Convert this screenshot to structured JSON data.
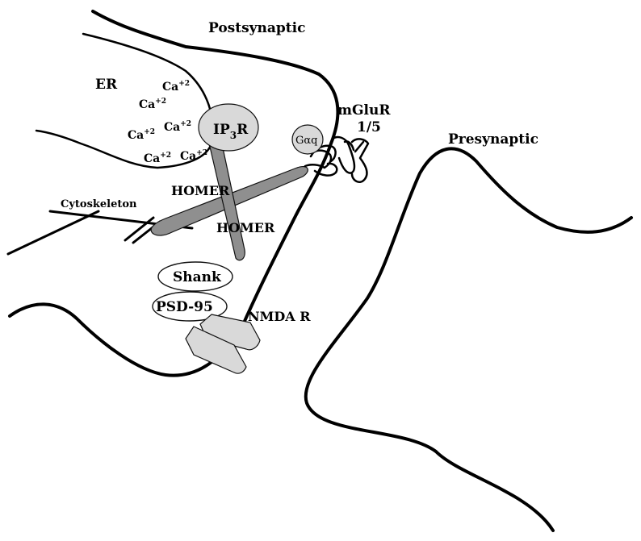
{
  "labels": {
    "postsynaptic": "Postsynaptic",
    "presynaptic": "Presynaptic",
    "er": "ER",
    "mglur_line1": "mGluR",
    "mglur_line2": "1/5",
    "galpha_q": "Gαq",
    "ip3r_main": "IP",
    "ip3r_sub": "3",
    "ip3r_end": "R",
    "homer_upper": "HOMER",
    "homer_lower": "HOMER",
    "cytoskeleton": "Cytoskeleton",
    "shank": "Shank",
    "psd95": "PSD-95",
    "nmda_r": "NMDA R"
  },
  "calcium": [
    {
      "base": "Ca",
      "sup": "+2"
    },
    {
      "base": "Ca",
      "sup": "+2"
    },
    {
      "base": "Ca",
      "sup": "+2"
    },
    {
      "base": "Ca",
      "sup": "+2"
    },
    {
      "base": "Ca",
      "sup": "+2"
    },
    {
      "base": "Ca",
      "sup": "+2"
    }
  ],
  "colors": {
    "dark_grey_protein": "#8f8f8f",
    "light_grey_protein": "#d9d9d9",
    "membrane": "#000000"
  }
}
